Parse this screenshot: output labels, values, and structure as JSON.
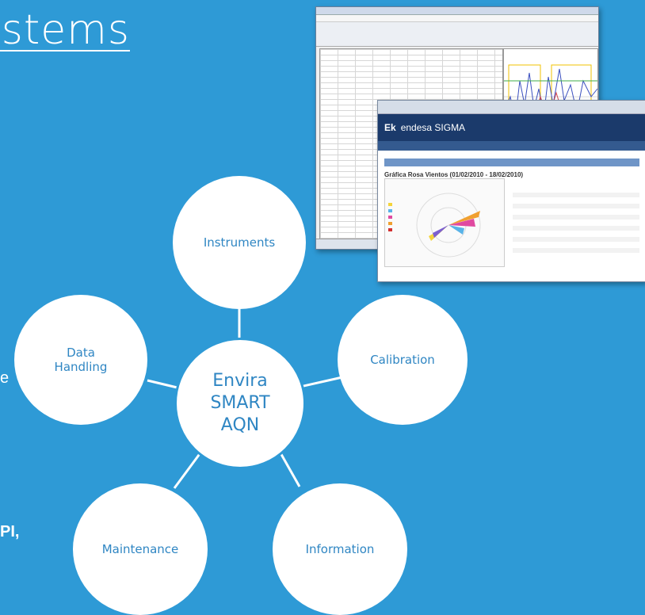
{
  "title": "ystems",
  "edge_text": {
    "left_mid": "e",
    "left_bottom": "PI,"
  },
  "diagram": {
    "center": "Envira SMART AQN",
    "nodes": {
      "instruments": "Instruments",
      "calibration": "Calibration",
      "information": "Information",
      "maintenance": "Maintenance",
      "data_handling": "Data Handling"
    }
  },
  "screenshot_2": {
    "header": "endesa SIGMA",
    "logo": "Ek",
    "chart_title": "Gráfica Rosa Vientos (01/02/2010 - 18/02/2010)"
  },
  "colors": {
    "background": "#2e9ad6",
    "node_fill": "#ffffff",
    "node_text": "#2f86c3",
    "connector": "#ffffff"
  }
}
